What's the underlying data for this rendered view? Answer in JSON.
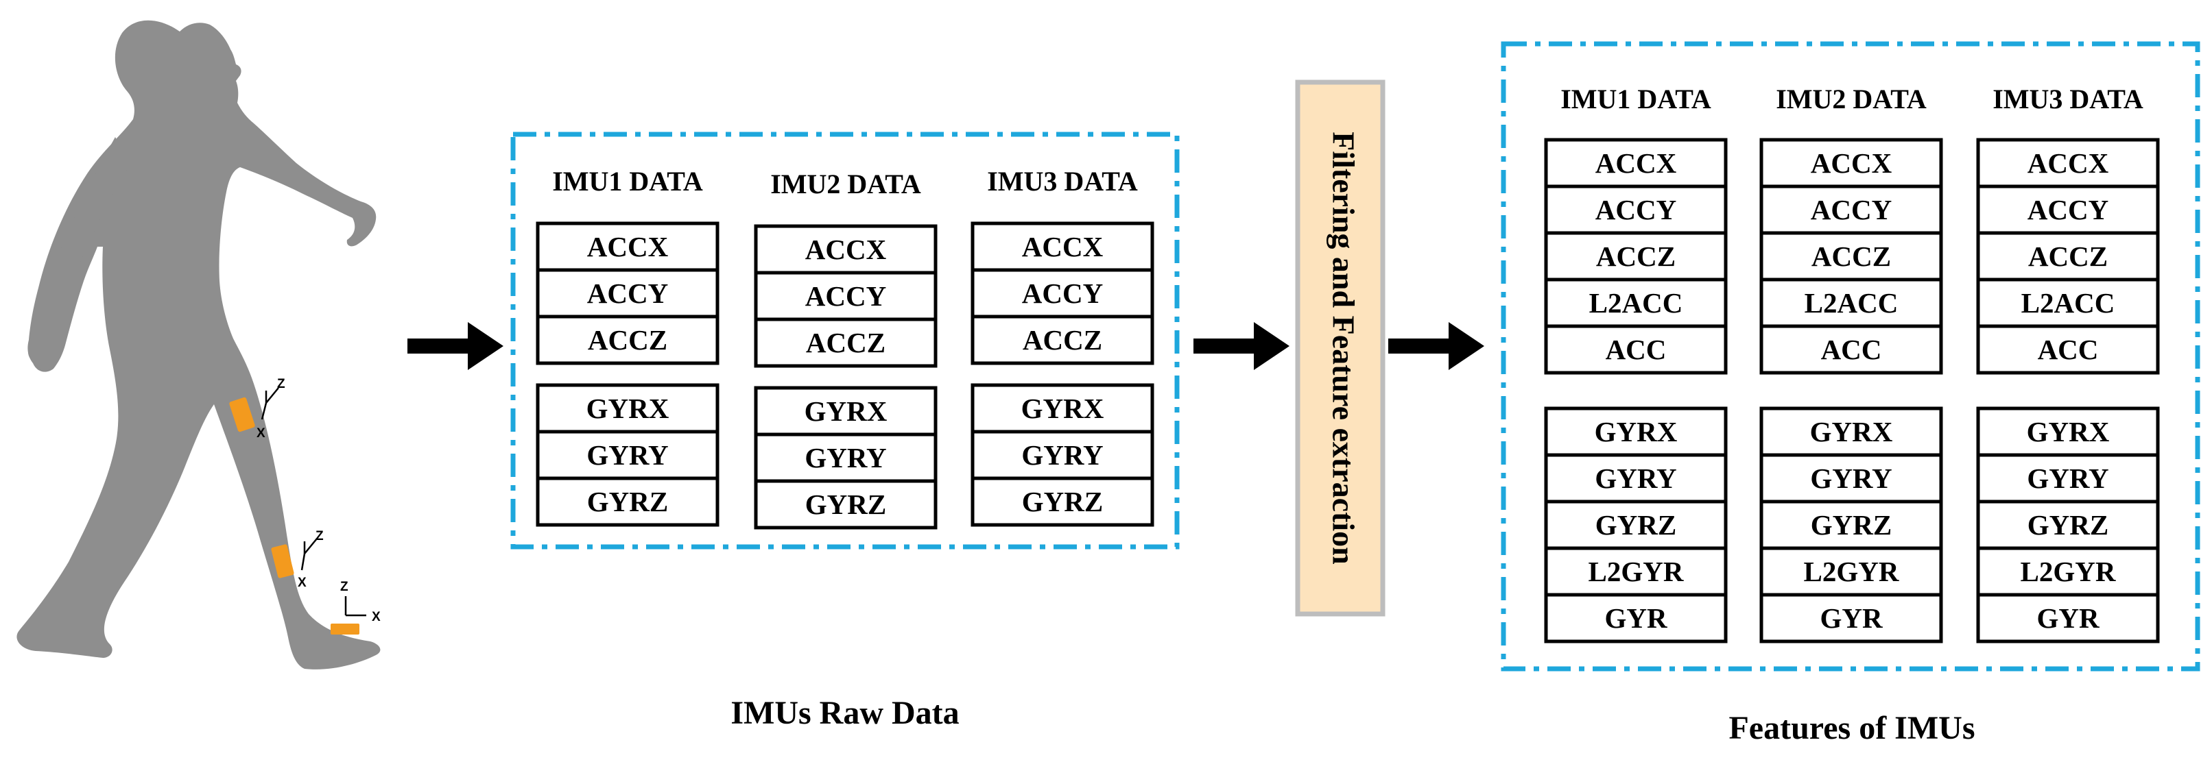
{
  "figure": {
    "raw_panel": {
      "caption": "IMUs Raw Data",
      "groups": [
        {
          "header": "IMU1 DATA",
          "acc": [
            "ACCX",
            "ACCY",
            "ACCZ"
          ],
          "gyr": [
            "GYRX",
            "GYRY",
            "GYRZ"
          ]
        },
        {
          "header": "IMU2 DATA",
          "acc": [
            "ACCX",
            "ACCY",
            "ACCZ"
          ],
          "gyr": [
            "GYRX",
            "GYRY",
            "GYRZ"
          ]
        },
        {
          "header": "IMU3 DATA",
          "acc": [
            "ACCX",
            "ACCY",
            "ACCZ"
          ],
          "gyr": [
            "GYRX",
            "GYRY",
            "GYRZ"
          ]
        }
      ]
    },
    "process_box": {
      "label": "Filtering and Feature extraction"
    },
    "feature_panel": {
      "caption": "Features of IMUs",
      "groups": [
        {
          "header": "IMU1 DATA",
          "acc": [
            "ACCX",
            "ACCY",
            "ACCZ",
            "L2ACC",
            "ACC"
          ],
          "gyr": [
            "GYRX",
            "GYRY",
            "GYRZ",
            "L2GYR",
            "GYR"
          ]
        },
        {
          "header": "IMU2 DATA",
          "acc": [
            "ACCX",
            "ACCY",
            "ACCZ",
            "L2ACC",
            "ACC"
          ],
          "gyr": [
            "GYRX",
            "GYRY",
            "GYRZ",
            "L2GYR",
            "GYR"
          ]
        },
        {
          "header": "IMU3 DATA",
          "acc": [
            "ACCX",
            "ACCY",
            "ACCZ",
            "L2ACC",
            "ACC"
          ],
          "gyr": [
            "GYRX",
            "GYRY",
            "GYRZ",
            "L2GYR",
            "GYR"
          ]
        }
      ]
    },
    "sensors": [
      {
        "axes": [
          "Z",
          "X"
        ]
      },
      {
        "axes": [
          "Z",
          "X"
        ]
      },
      {
        "axes": [
          "Z",
          "X"
        ]
      }
    ],
    "colors": {
      "dashed_border": "#1ea7dc",
      "silhouette": "#8e8e8e",
      "sensor": "#f39a1e",
      "process_fill": "#fde3bd",
      "process_border": "#bdbdbd",
      "arrow": "#000000",
      "cell_border": "#000000"
    }
  }
}
